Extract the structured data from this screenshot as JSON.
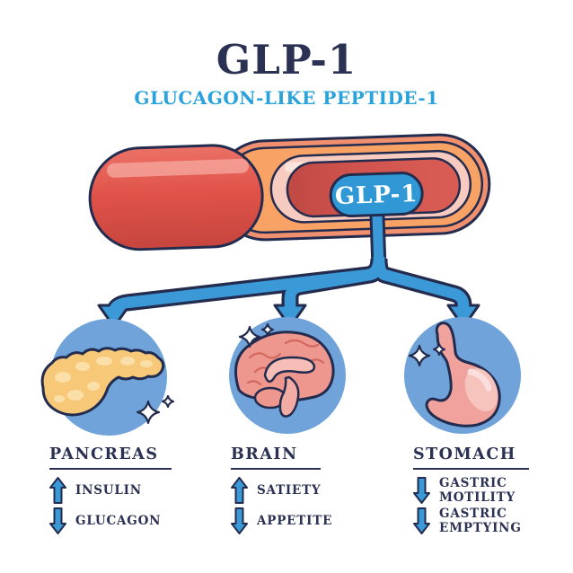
{
  "title": "GLP-1",
  "subtitle": "GLUCAGON-LIKE PEPTIDE-1",
  "vessel": {
    "description": "cutaway blood vessel illustration",
    "pill_label": "GLP-1"
  },
  "organs": [
    {
      "name": "PANCREAS",
      "icon": "pancreas-illustration",
      "effects": [
        {
          "direction": "up",
          "label": "INSULIN"
        },
        {
          "direction": "down",
          "label": "GLUCAGON"
        }
      ]
    },
    {
      "name": "BRAIN",
      "icon": "brain-illustration",
      "effects": [
        {
          "direction": "up",
          "label": "SATIETY"
        },
        {
          "direction": "down",
          "label": "APPETITE"
        }
      ]
    },
    {
      "name": "STOMACH",
      "icon": "stomach-illustration",
      "effects": [
        {
          "direction": "down",
          "label": "GASTRIC MOTILITY"
        },
        {
          "direction": "down",
          "label": "GASTRIC EMPTYING"
        }
      ]
    }
  ],
  "colors": {
    "navy_text": "#2b3153",
    "outline_navy": "#232c4e",
    "arrow_blue": "#3a99d6",
    "subtitle_blue": "#2aa2db",
    "circle_blue": "#6fa3d9",
    "vessel_red": "#e05349",
    "lumen_red": "#cf4f4a",
    "layer_salmon": "#f0906f",
    "layer_orange": "#f9a266",
    "layer_pink": "#f8cbc0",
    "pancreas_yellow": "#f7c878",
    "brain_pink": "#ee978f",
    "stomach_pink": "#f1a29c"
  }
}
